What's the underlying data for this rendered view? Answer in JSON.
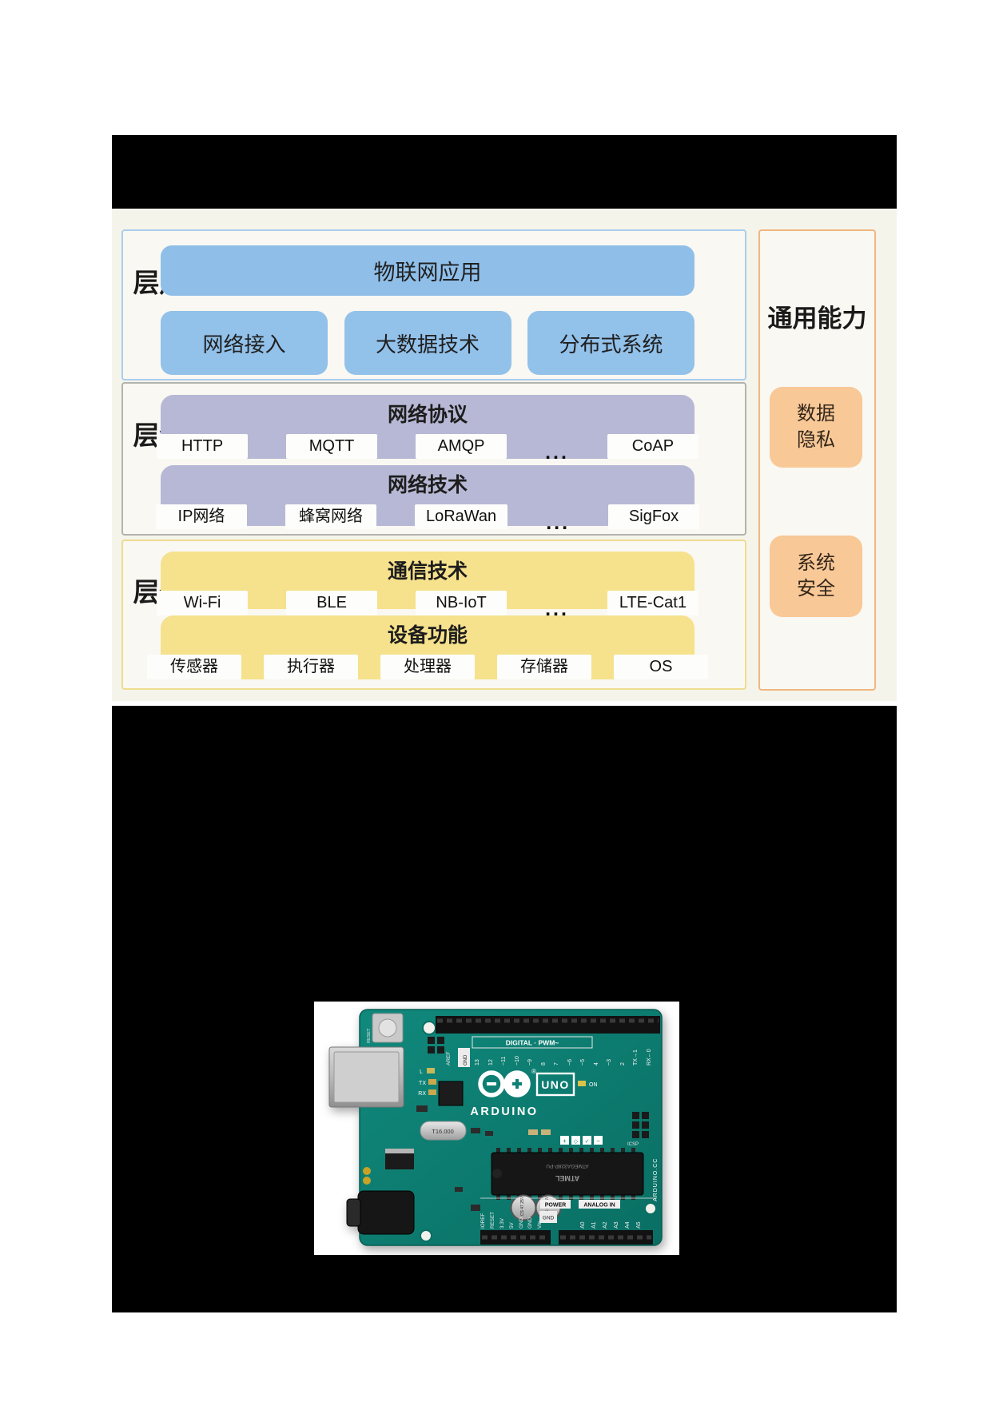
{
  "diagram": {
    "app_layer": {
      "label": "应用层",
      "main_box": "物联网应用",
      "boxes": [
        "网络接入",
        "大数据技术",
        "分布式系统"
      ]
    },
    "network_layer": {
      "label": "网络层",
      "groups": [
        {
          "title": "网络协议",
          "chips": [
            "HTTP",
            "MQTT",
            "AMQP",
            "CoAP"
          ],
          "ellipsis": "..."
        },
        {
          "title": "网络技术",
          "chips": [
            "IP网络",
            "蜂窝网络",
            "LoRaWan",
            "SigFox"
          ],
          "ellipsis": "..."
        }
      ]
    },
    "device_layer": {
      "label": "设备层",
      "groups": [
        {
          "title": "通信技术",
          "chips": [
            "Wi-Fi",
            "BLE",
            "NB-IoT",
            "LTE-Cat1"
          ],
          "ellipsis": "..."
        },
        {
          "title": "设备功能",
          "chips": [
            "传感器",
            "执行器",
            "处理器",
            "存储器",
            "OS"
          ]
        }
      ]
    },
    "common_panel": {
      "title": "通用能力",
      "boxes": [
        {
          "line1": "数据",
          "line2": "隐私"
        },
        {
          "line1": "系统",
          "line2": "安全"
        }
      ]
    },
    "colors": {
      "cream_bg": "#f5f4eb",
      "blue_box": "#8fbfe9",
      "purple_group": "#b7b8d5",
      "yellow_group": "#f6e18c",
      "orange_box": "#f8c897",
      "app_border": "#a9cdee",
      "net_border": "#b3b3ae",
      "dev_border": "#eedc90",
      "common_border": "#f1b67f"
    }
  },
  "board": {
    "brand": "ARDUINO",
    "model": "UNO",
    "registered": "®",
    "digital_strip": "DIGITAL · PWM~",
    "power_label": "POWER",
    "analog_label": "ANALOG IN",
    "aref": "AREF",
    "gnd_top": "GND",
    "gnd_bottom": "GND",
    "tx": "TX",
    "rx": "RX",
    "led_l": "L",
    "on_label": "ON",
    "icsp_label": "ICSP",
    "reset_label": "RESET",
    "crystal": "T16.000",
    "mcu_line1": "ATMEL",
    "mcu_line2": "ATMEGA328P-PU",
    "cap_label": "CS 47 25V",
    "site": "ARDUINO.CC",
    "pcb_color": "#0d8175",
    "digital_pins": [
      "13",
      "12",
      "~11",
      "~10",
      "~9",
      "8",
      "7",
      "~6",
      "~5",
      "4",
      "~3",
      "2",
      "TX→1",
      "RX←0"
    ],
    "power_pins": [
      "IOREF",
      "RESET",
      "3.3V",
      "5V",
      "GND",
      "GND",
      "Vin"
    ],
    "analog_pins": [
      "A0",
      "A1",
      "A2",
      "A3",
      "A4",
      "A5"
    ],
    "badges": [
      "+",
      "◇",
      "✓",
      "−"
    ]
  }
}
